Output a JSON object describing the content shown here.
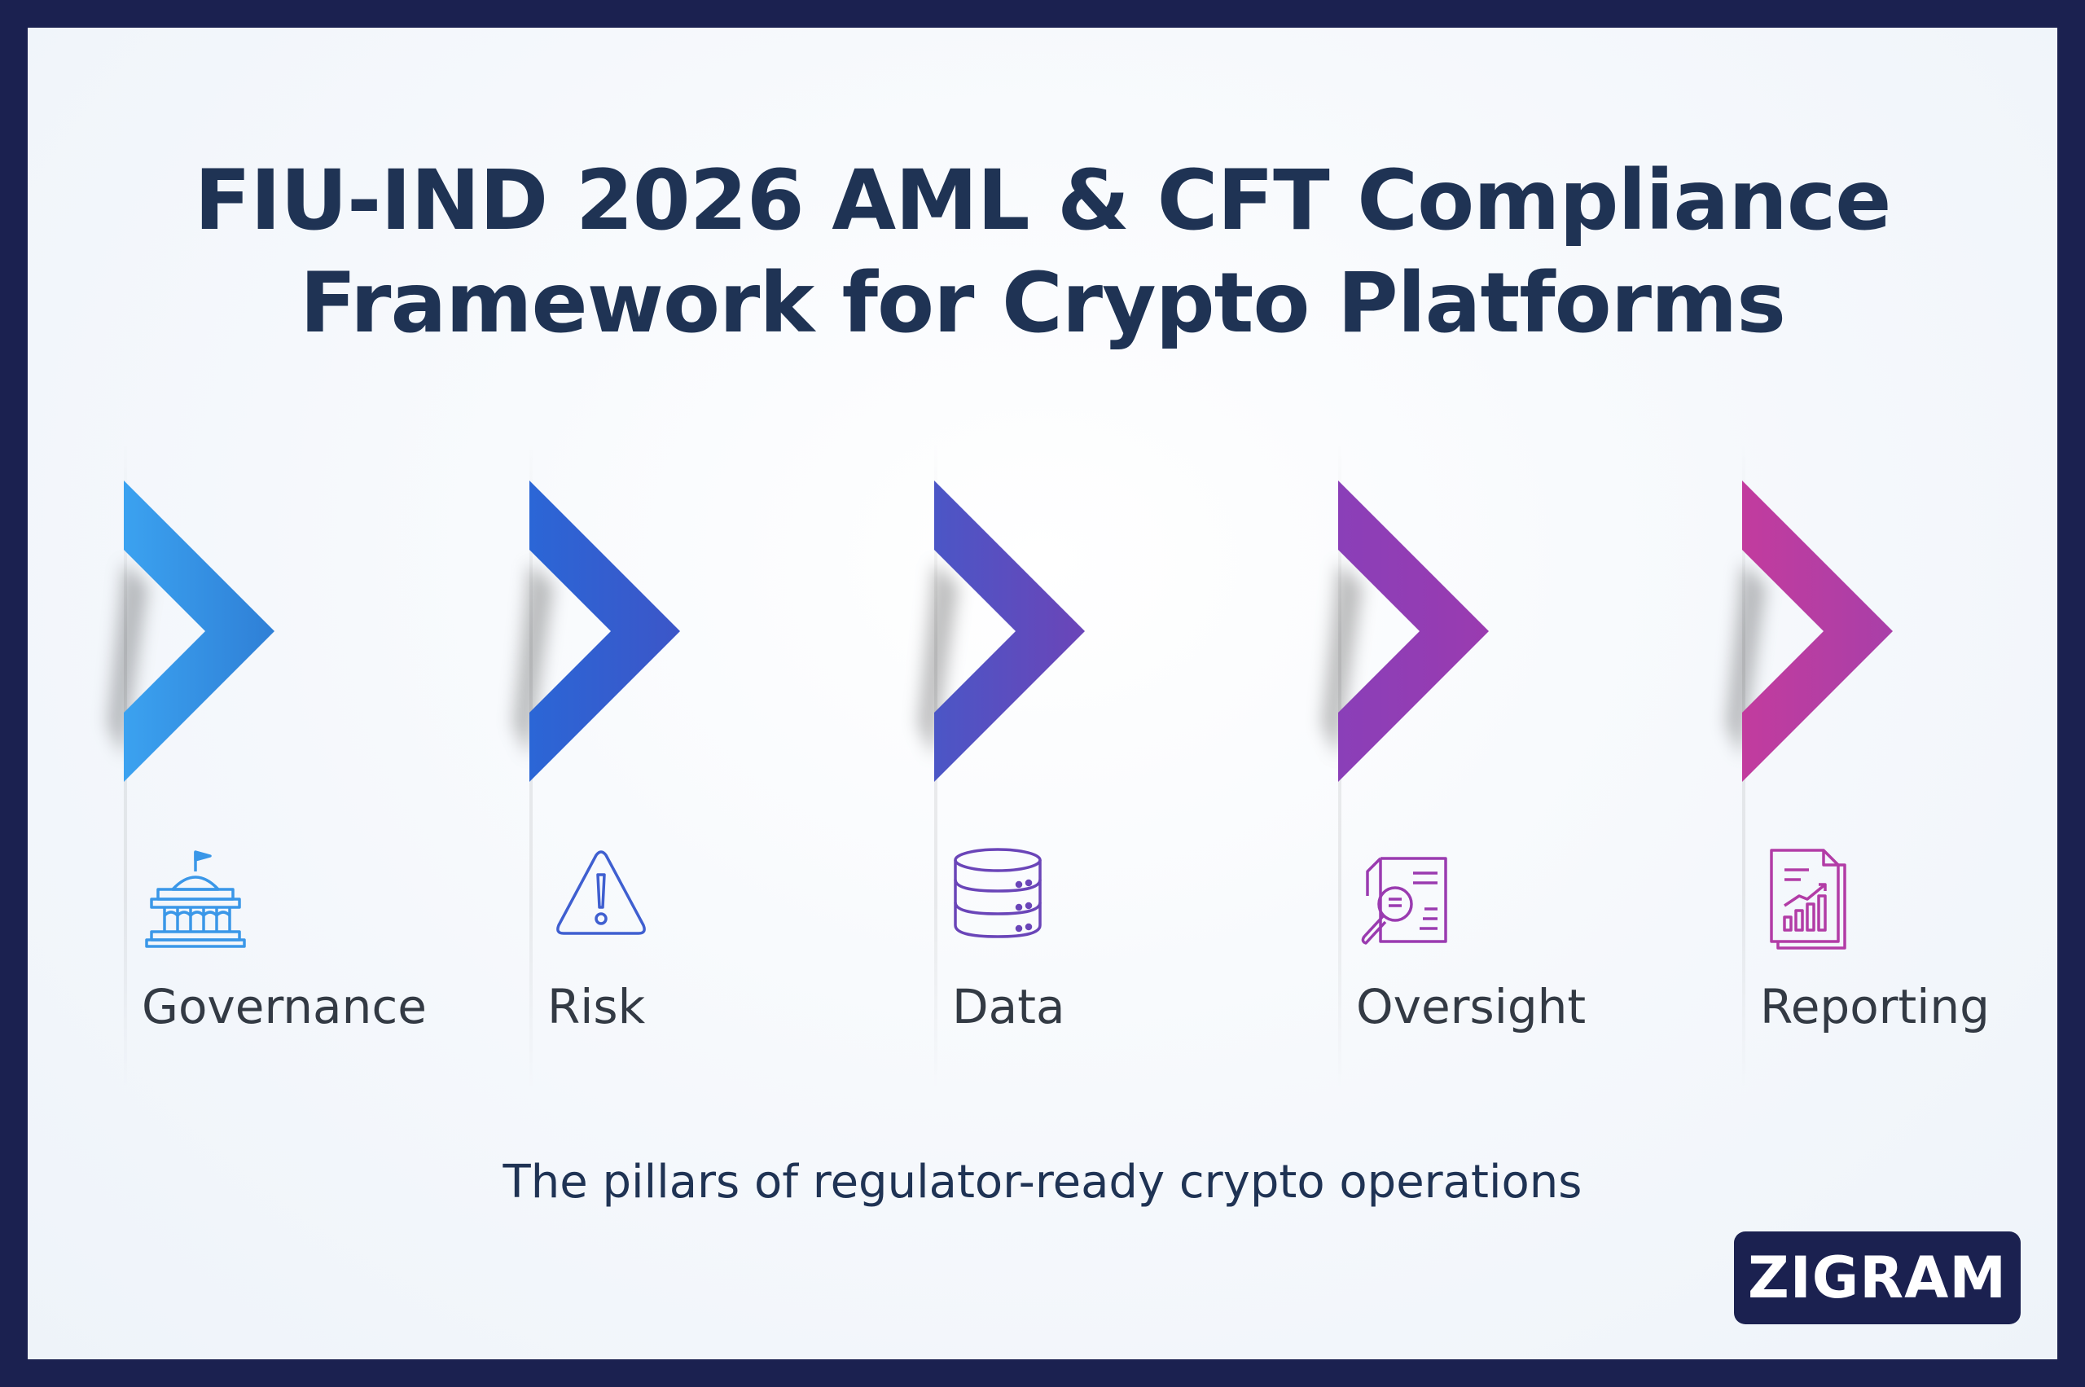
{
  "title": {
    "line1": "FIU-IND 2026 AML & CFT Compliance",
    "line2": "Framework for Crypto Platforms"
  },
  "pillars": [
    {
      "label": "Governance",
      "icon": "government-building-icon",
      "color_start": "#3ba2f0",
      "color_end": "#2f7fd6"
    },
    {
      "label": "Risk",
      "icon": "warning-triangle-icon",
      "color_start": "#2b66d6",
      "color_end": "#3c56c8"
    },
    {
      "label": "Data",
      "icon": "database-icon",
      "color_start": "#4b56c6",
      "color_end": "#6b45b8"
    },
    {
      "label": "Oversight",
      "icon": "document-search-icon",
      "color_start": "#8a3fb8",
      "color_end": "#9a3bb0"
    },
    {
      "label": "Reporting",
      "icon": "report-chart-icon",
      "color_start": "#c23c9e",
      "color_end": "#a93fa8"
    }
  ],
  "subtitle": "The pillars of regulator-ready crypto operations",
  "logo": {
    "text": "ZIGRAM"
  },
  "colors": {
    "frame": "#1b2150",
    "title": "#1f3354",
    "label": "#333a44"
  }
}
